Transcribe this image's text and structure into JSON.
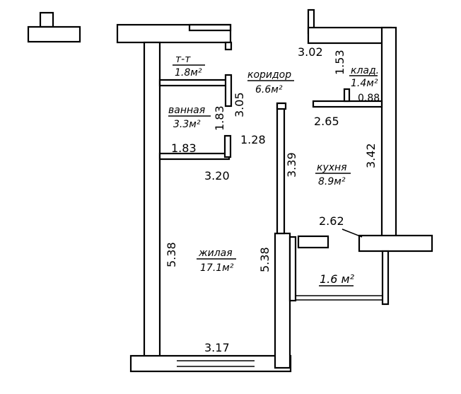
{
  "rooms": {
    "toilet": {
      "name": "т-т",
      "area": "1.8м²"
    },
    "bathroom": {
      "name": "ванная",
      "area": "3.3м²"
    },
    "corridor": {
      "name": "коридор",
      "area": "6.6м²"
    },
    "storage": {
      "name": "клад.",
      "area": "1.4м²"
    },
    "kitchen": {
      "name": "кухня",
      "area": "8.9м²"
    },
    "living": {
      "name": "жилая",
      "area": "17.1м²"
    },
    "balcony": {
      "area": "1.6 м²"
    }
  },
  "dimensions": {
    "storage_width": "3.02",
    "storage_height": "1.53",
    "storage_door": "0.88",
    "corridor_height": "3.05",
    "bathroom_height": "1.83",
    "bath_to_corridor": "1.28",
    "bathroom_width": "1.83",
    "hall_width": "3.20",
    "corridor_length": "3.39",
    "kitchen_width": "2.65",
    "kitchen_height": "3.42",
    "kitchen_bottom": "2.62",
    "living_height_left": "5.38",
    "living_height_right": "5.38",
    "living_width": "3.17"
  }
}
